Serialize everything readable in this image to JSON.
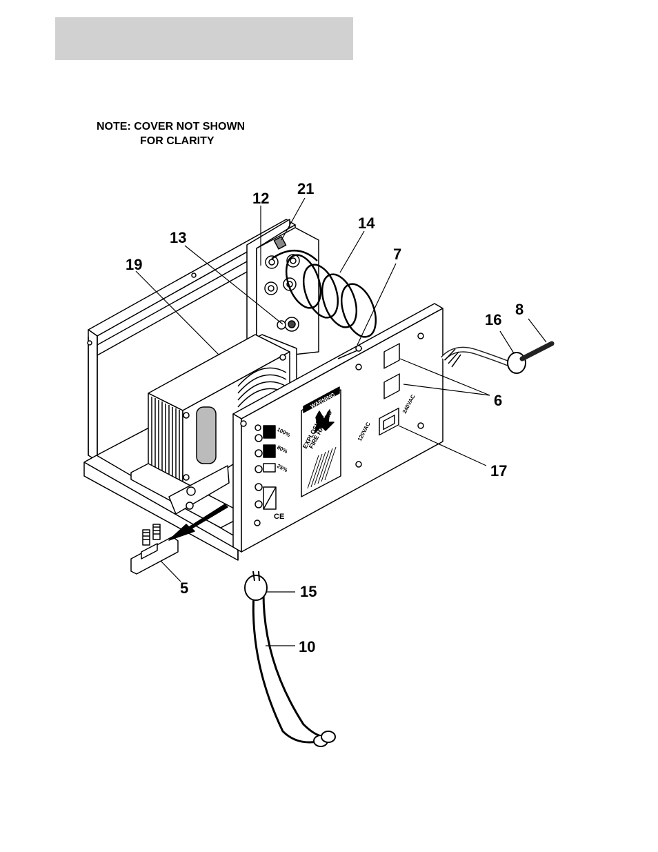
{
  "note": {
    "line1": "NOTE:  COVER NOT SHOWN",
    "line2": "FOR CLARITY"
  },
  "callouts": [
    "12",
    "21",
    "14",
    "13",
    "7",
    "19",
    "8",
    "16",
    "6",
    "17",
    "5",
    "15",
    "10"
  ],
  "panel": {
    "charge_levels": [
      "100%",
      "80%",
      "25%"
    ],
    "warning_title": "WARNING",
    "hazard_line1": "EXPLOSION/",
    "hazard_line2": "FIRE HAZARD",
    "voltage_left": "120VAC",
    "voltage_right": "240VAC",
    "ce_mark": "CE"
  }
}
